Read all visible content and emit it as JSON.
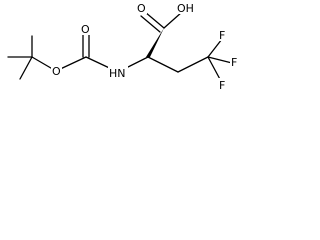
{
  "molecule": {
    "atom_labels": {
      "carboxyl_oxygen": "O",
      "hydroxyl": "OH",
      "ester_oxygen": "O",
      "carbamate_oxygen": "O",
      "amide_nh": "HN",
      "fluorine_top": "F",
      "fluorine_right": "F",
      "fluorine_bottom": "F"
    },
    "colors": {
      "bond": "#000000",
      "label": "#000000",
      "background": "#ffffff"
    }
  }
}
